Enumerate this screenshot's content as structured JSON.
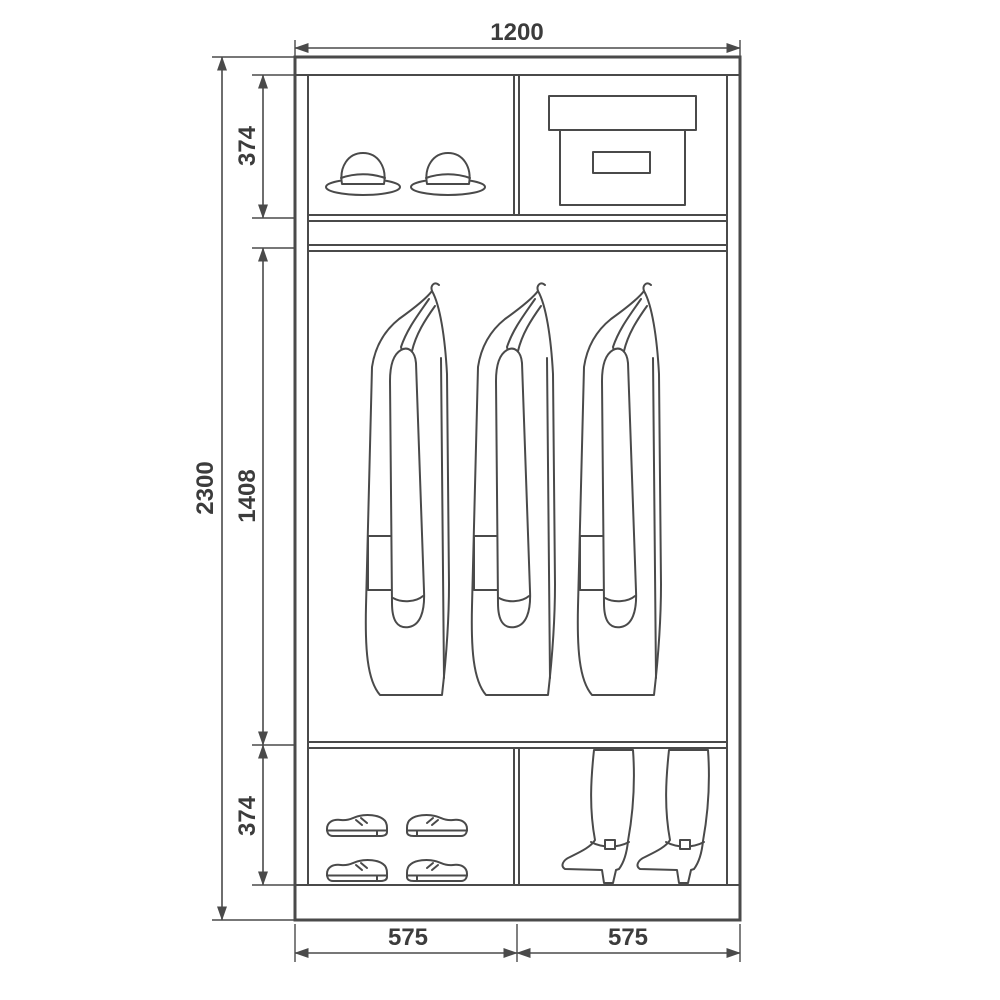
{
  "title": "wardrobe-interior-dimension-diagram",
  "colors": {
    "background": "#ffffff",
    "line": "#4a4a4a",
    "text": "#3c3c3c"
  },
  "dimensions": {
    "overall_width": "1200",
    "overall_height": "2300",
    "top_section_height": "374",
    "middle_section_height": "1408",
    "bottom_section_height": "374",
    "bottom_left_width": "575",
    "bottom_right_width": "575"
  },
  "contents": {
    "top_left_compartment": {
      "icon": "hat-icon",
      "count": 2
    },
    "top_right_compartment": {
      "icon": "box-icon",
      "count": 1
    },
    "middle_compartment": {
      "icon": "coat-icon",
      "count": 3
    },
    "bottom_left_compartment": {
      "icon": "shoe-icon",
      "count": 4
    },
    "bottom_right_compartment": {
      "icon": "boot-icon",
      "count": 2
    }
  }
}
